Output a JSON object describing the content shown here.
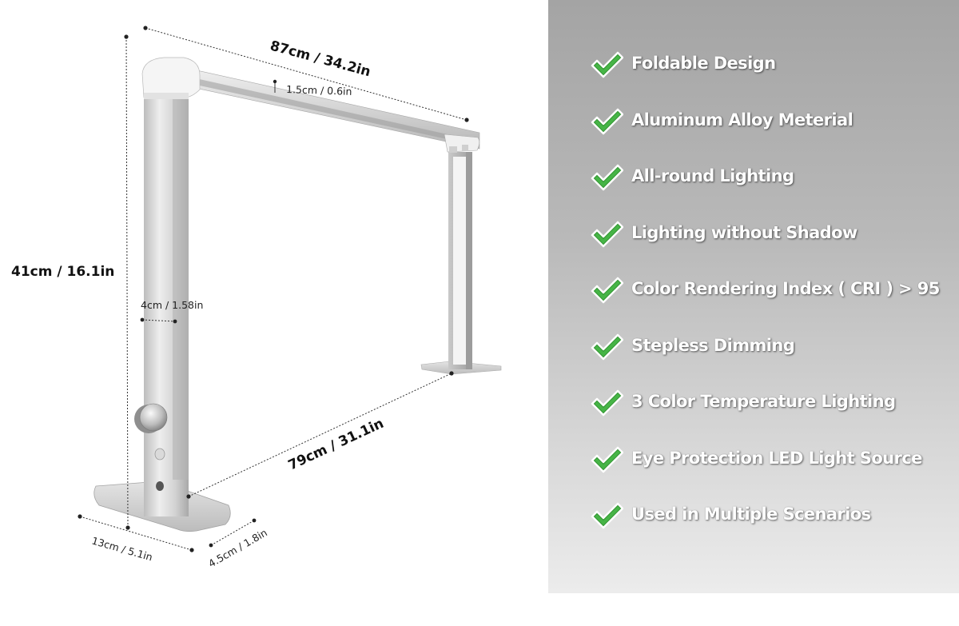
{
  "dimensions": {
    "length_top": "87cm / 34.2in",
    "bar_thickness": "1.5cm / 0.6in",
    "height": "41cm / 16.1in",
    "pole_width": "4cm / 1.58in",
    "base_span": "79cm / 31.1in",
    "base_length": "13cm / 5.1in",
    "base_width": "4.5cm / 1.8in"
  },
  "features": [
    {
      "label": "Foldable Design",
      "icon": "check-icon"
    },
    {
      "label": "Aluminum Alloy Meterial",
      "icon": "check-icon"
    },
    {
      "label": "All-round Lighting",
      "icon": "check-icon"
    },
    {
      "label": "Lighting without Shadow",
      "icon": "check-icon"
    },
    {
      "label": "Color Rendering Index ( CRI ) > 95",
      "icon": "check-icon"
    },
    {
      "label": "Stepless Dimming",
      "icon": "check-icon"
    },
    {
      "label": "3 Color Temperature Lighting",
      "icon": "check-icon"
    },
    {
      "label": "Eye Protection LED Light Source",
      "icon": "check-icon"
    },
    {
      "label": "Used in Multiple Scenarios",
      "icon": "check-icon"
    }
  ],
  "colors": {
    "check_green": "#2f9a2f",
    "panel_gray": "#a8a8a8",
    "lamp_silver": "#d4d4d4"
  }
}
